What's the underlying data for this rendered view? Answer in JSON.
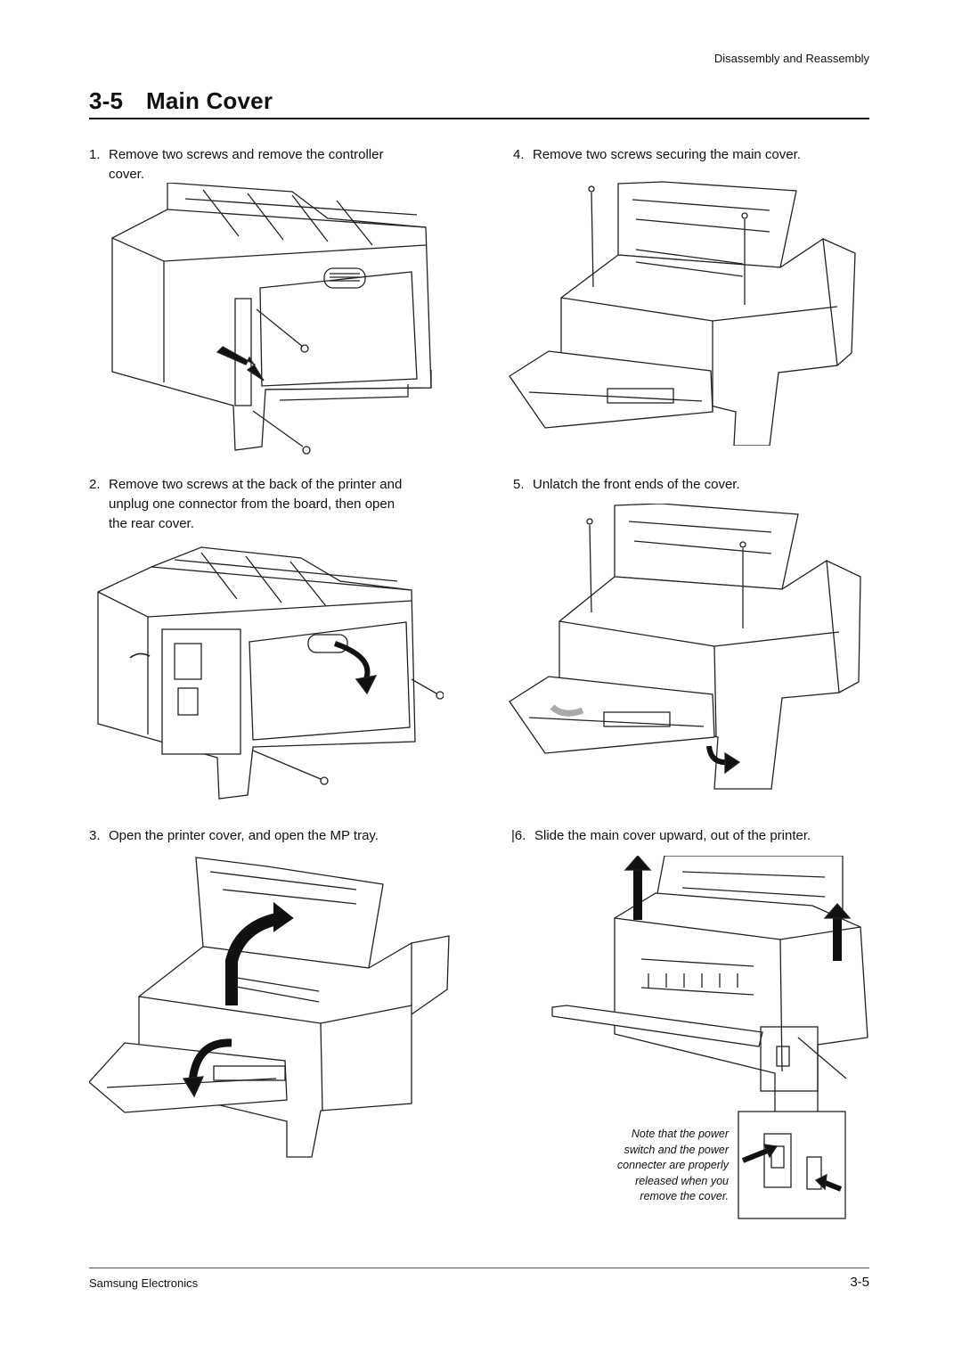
{
  "header": {
    "section": "Disassembly and Reassembly"
  },
  "title": {
    "number": "3-5",
    "text": "Main Cover"
  },
  "steps": [
    {
      "num": "1.",
      "lines": [
        "Remove two screws and remove the controller",
        "cover."
      ]
    },
    {
      "num": "2.",
      "lines": [
        "Remove two screws at the back of the printer and",
        "unplug one connector from the board, then open",
        "the rear cover."
      ]
    },
    {
      "num": "3.",
      "lines": [
        "Open the printer cover, and open the MP tray."
      ]
    },
    {
      "num": "4.",
      "lines": [
        "Remove two screws securing the main cover."
      ]
    },
    {
      "num": "5.",
      "lines": [
        "Unlatch the front ends of the cover."
      ]
    },
    {
      "num": "|6.",
      "lines": [
        "Slide the main cover upward, out of the printer."
      ]
    }
  ],
  "note": [
    "Note that the power",
    "switch and the power",
    "connecter are properly",
    "released when you",
    "remove the cover."
  ],
  "footer": {
    "company": "Samsung Electronics",
    "page": "3-5"
  }
}
